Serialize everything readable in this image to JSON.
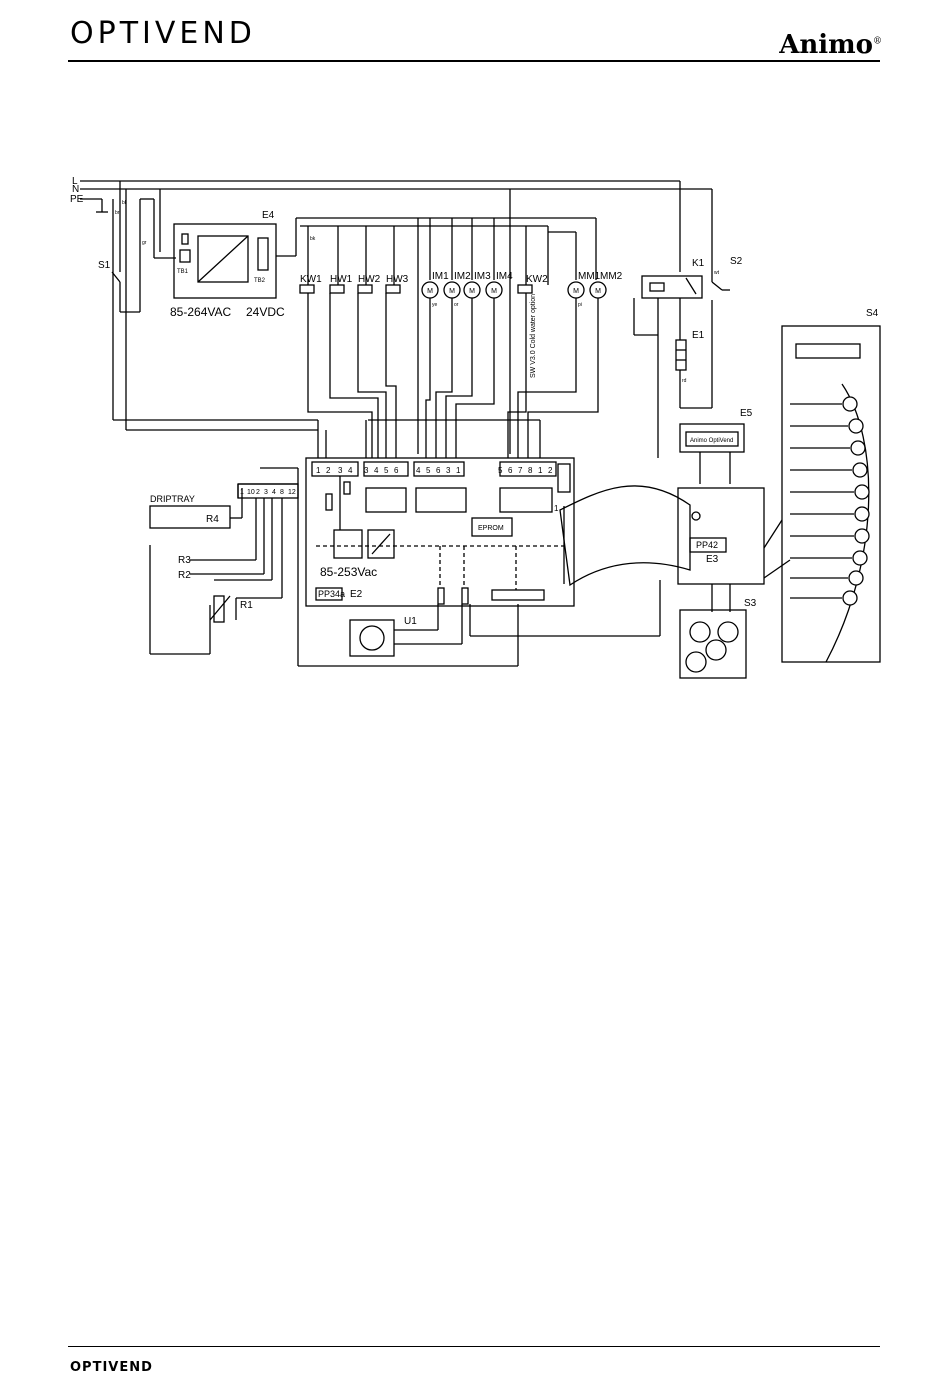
{
  "header": {
    "logo": "OPTIVEND",
    "brand": "Animo",
    "brand_mark": "®"
  },
  "footer": {
    "logo": "OPTIVEND"
  },
  "diagram": {
    "lines": {
      "l": "L",
      "n": "N",
      "pe": "PE"
    },
    "s1": "S1",
    "s2": "S2",
    "s3": "S3",
    "s4": "S4",
    "e1": "E1",
    "e2": "E2",
    "e3": "E3",
    "e4": "E4",
    "e5": "E5",
    "k1": "K1",
    "u1": "U1",
    "r1": "R1",
    "r2": "R2",
    "r3": "R3",
    "r4": "R4",
    "tb1": "TB1",
    "tb2": "TB2",
    "psu_in": "85-264VAC",
    "psu_out": "24VDC",
    "valves": [
      "KW1",
      "HW1",
      "HW2",
      "HW3"
    ],
    "ingredient_motors": [
      "IM1",
      "IM2",
      "IM3",
      "IM4"
    ],
    "kw2": "KW2",
    "mixer_motors": [
      "MM1",
      "MM2"
    ],
    "cold_water_note": "SW V3.0 Cold water option",
    "driptray": "DRIPTRAY",
    "board_voltage": "85-253Vac",
    "board_e2": "PP34a",
    "board_e3": "PP42",
    "eprom": "EPROM",
    "display_text": "Animo OptiVend",
    "motor_symbol": "M",
    "conn_left": [
      "1",
      "2",
      "3",
      "4"
    ],
    "conn_mid1": [
      "3",
      "4",
      "5",
      "6"
    ],
    "conn_mid2": [
      "4",
      "5",
      "6",
      "3",
      "1"
    ],
    "conn_right": [
      "5",
      "6",
      "7",
      "8",
      "1",
      "2"
    ],
    "term_block": [
      "1",
      "10",
      "2",
      "3",
      "4",
      "8",
      "12"
    ],
    "pin_one": "1",
    "wire_codes": {
      "bl": "bl",
      "br": "br",
      "gr": "gr",
      "bk": "bk",
      "ye": "ye",
      "or": "or",
      "pi": "pi",
      "wt": "wt",
      "rd": "rd"
    }
  }
}
